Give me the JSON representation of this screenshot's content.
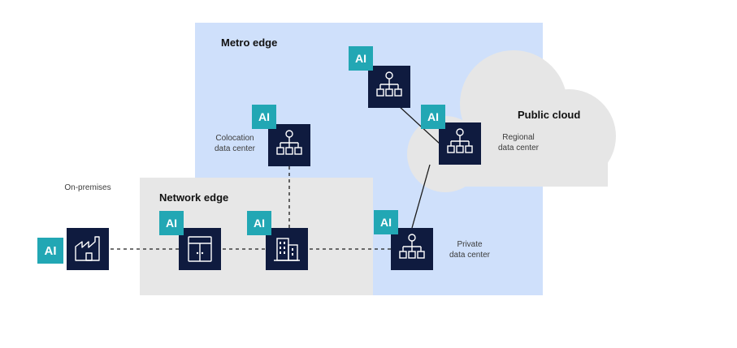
{
  "regions": {
    "metro_edge": "Metro edge",
    "network_edge": "Network edge",
    "public_cloud": "Public cloud"
  },
  "labels": {
    "on_premises": "On-premises",
    "colocation_line1": "Colocation",
    "colocation_line2": "data center",
    "regional_line1": "Regional",
    "regional_line2": "data center",
    "private_line1": "Private",
    "private_line2": "data center"
  },
  "badges": {
    "ai": "AI"
  },
  "icons": {
    "factory": "factory-icon",
    "cabinet": "cabinet-icon",
    "building": "building-icon",
    "hierarchy": "hierarchy-icon"
  },
  "colors": {
    "metro_bg": "#cfe0fb",
    "network_bg": "#e7e7e7",
    "cloud_bg": "#e6e6e6",
    "tile": "#0f1b3f",
    "ai_badge": "#22a7b4"
  }
}
